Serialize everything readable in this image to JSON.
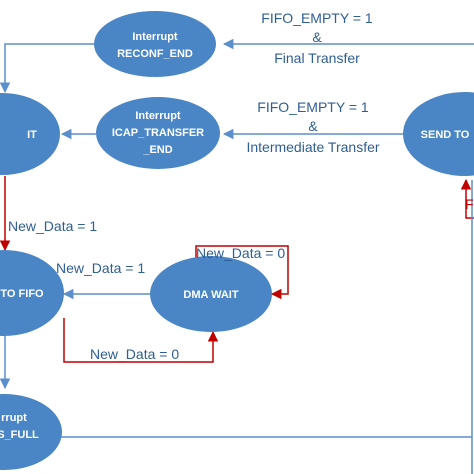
{
  "nodes": {
    "interrupt_reconf_end": {
      "line1": "Interrupt",
      "line2": "RECONF_END"
    },
    "wait": {
      "line1": "IT"
    },
    "interrupt_icap_transfer_end": {
      "line1": "Interrupt",
      "line2": "ICAP_TRANSFER",
      "line3": "_END"
    },
    "send_to": {
      "line1": "SEND TO"
    },
    "dma_wait": {
      "line1": "DMA WAIT"
    },
    "to_fifo": {
      "line1": "TO FIFO"
    },
    "interrupt_full": {
      "line1": "rrupt",
      "line2": "S_FULL"
    }
  },
  "edges": {
    "fifo_empty_final": {
      "line1": "FIFO_EMPTY = 1",
      "line2": "&",
      "line3": "Final Transfer"
    },
    "fifo_empty_intermediate": {
      "line1": "FIFO_EMPTY = 1",
      "line2": "&",
      "line3": "Intermediate Transfer"
    },
    "new_data_1_left": "New_Data = 1",
    "new_data_0_loop": "New_Data = 0",
    "new_data_1_to_fifo": "New_Data = 1",
    "new_data_0_bottom": "New_Data = 0",
    "right_edge_cut": "F"
  },
  "colors": {
    "node_fill": "#4a86c5",
    "edge_blue": "#5b8fcc",
    "edge_red": "#c00000",
    "label_text": "#2f5e93"
  }
}
